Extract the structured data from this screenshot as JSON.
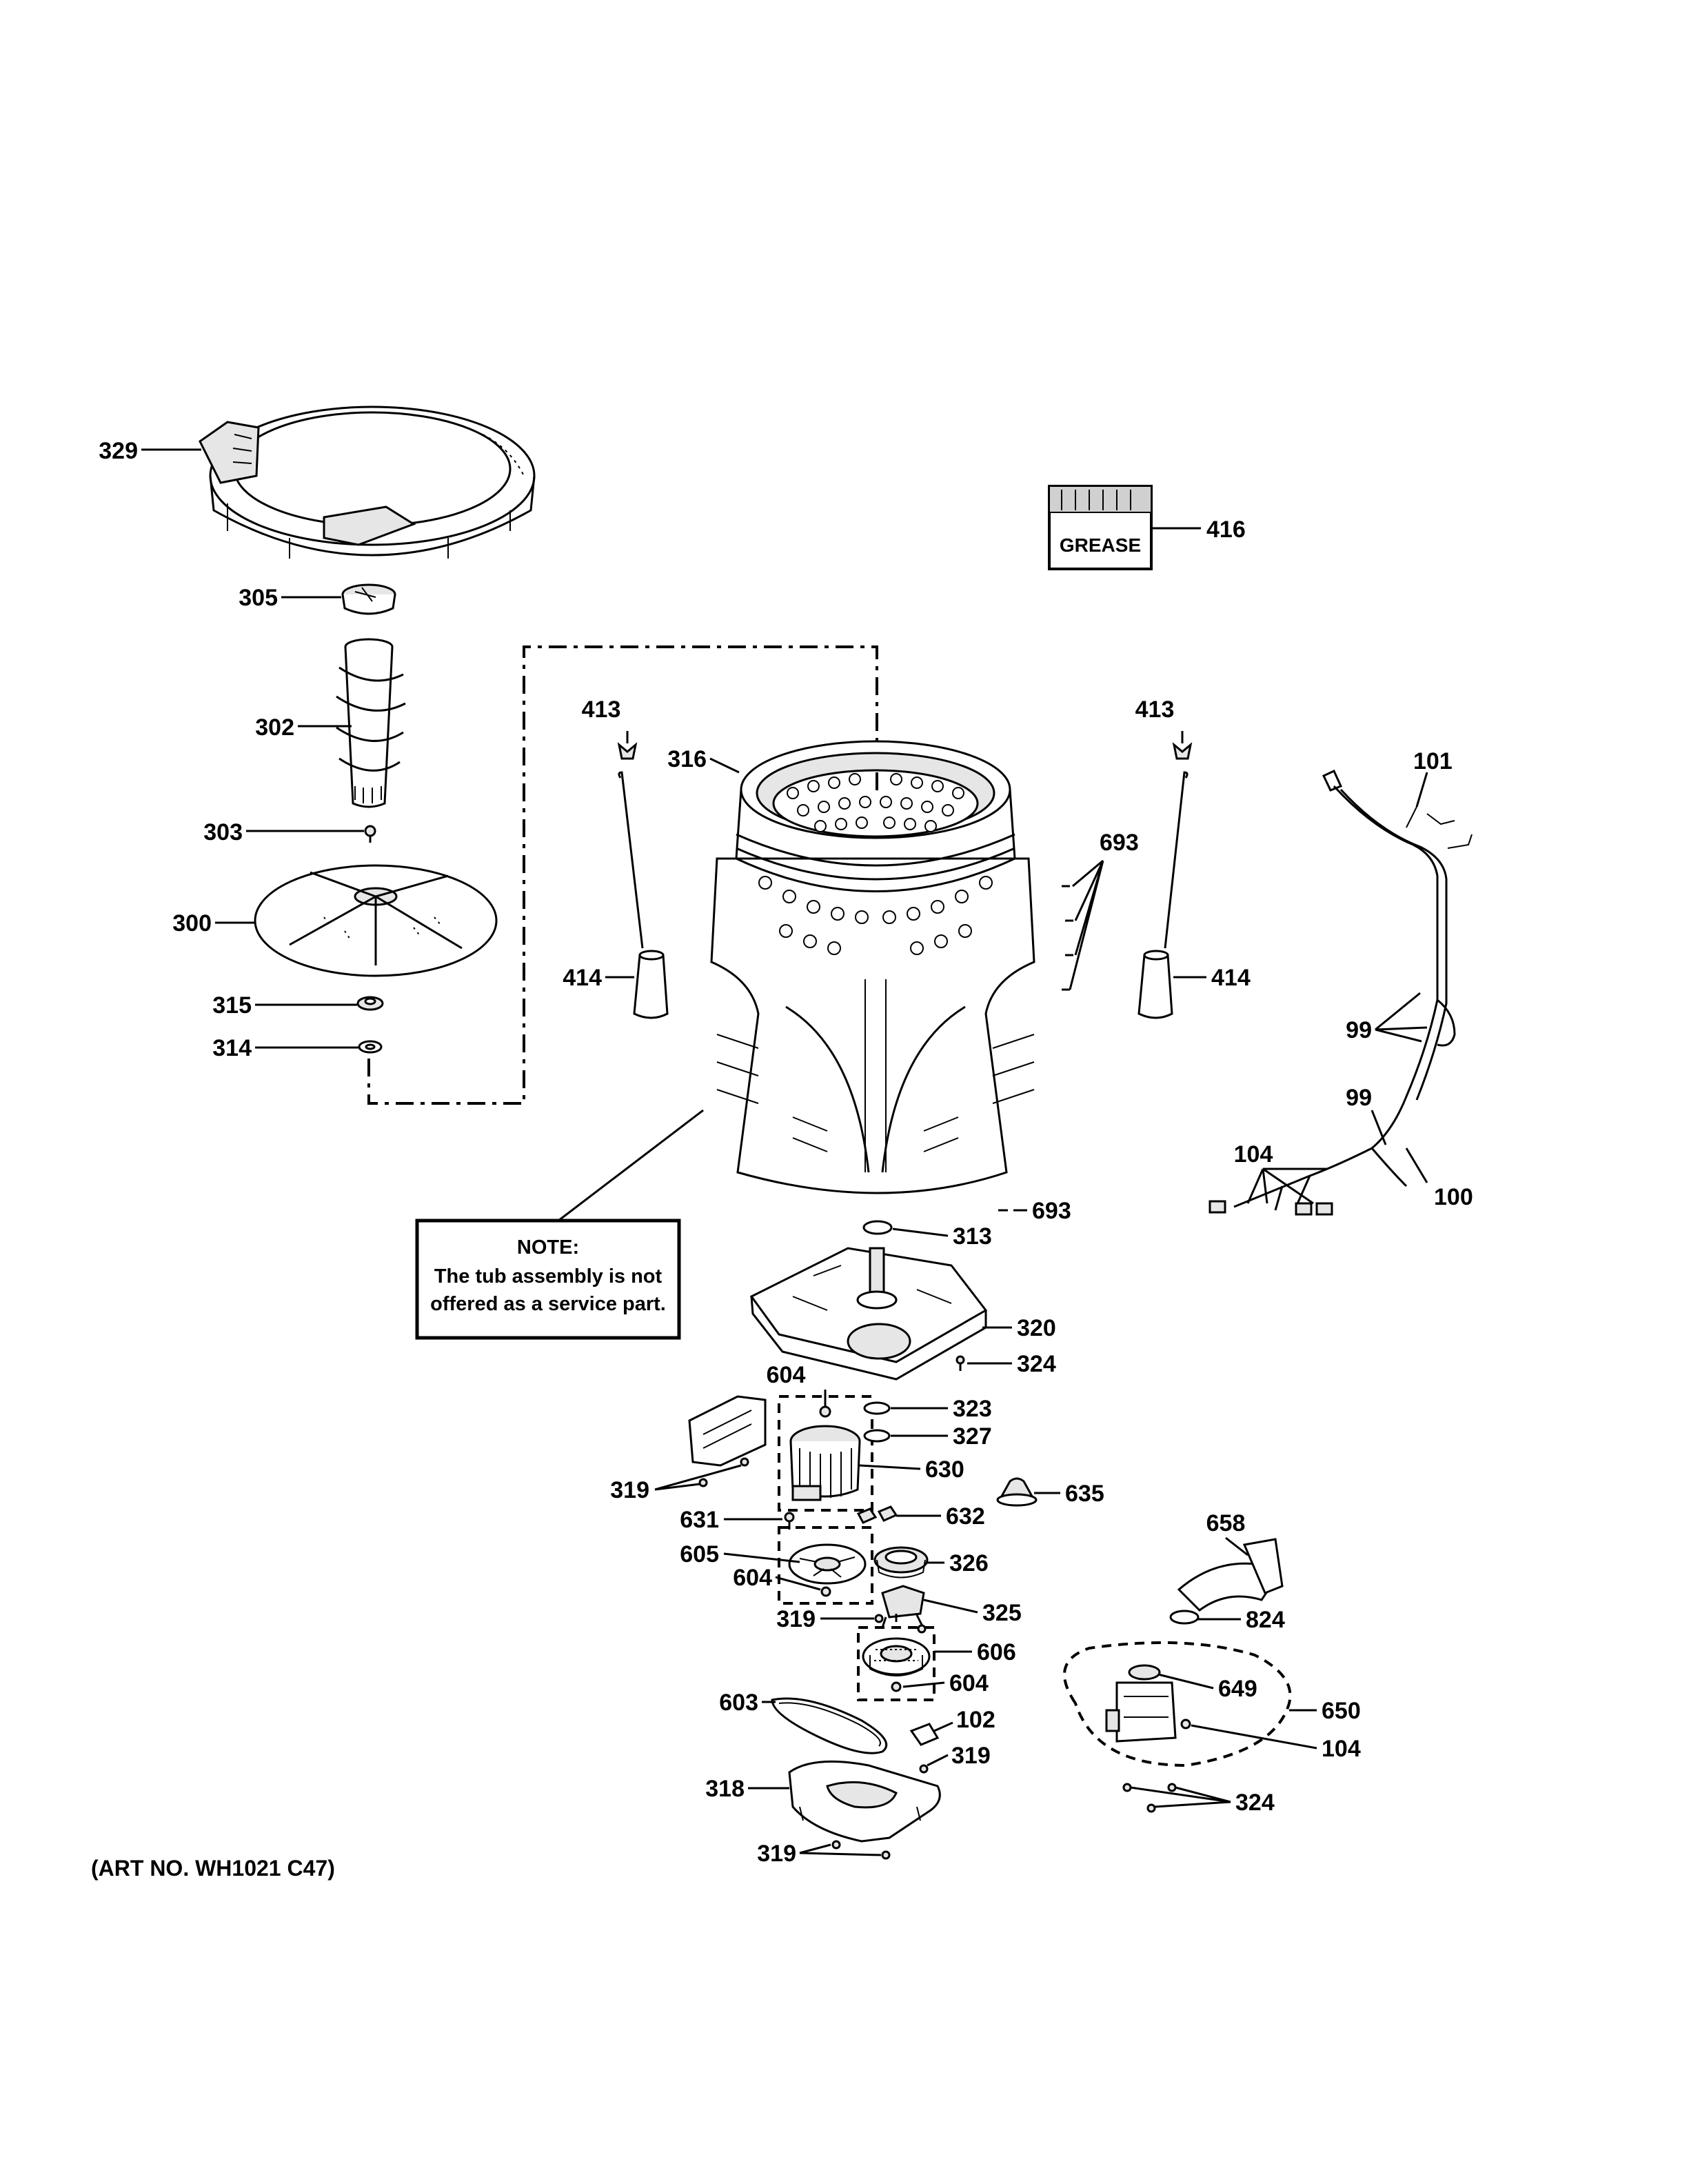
{
  "callouts": {
    "c329": "329",
    "c305": "305",
    "c302": "302",
    "c303": "303",
    "c300": "300",
    "c315": "315",
    "c314": "314",
    "c416": "416",
    "c413a": "413",
    "c413b": "413",
    "c316": "316",
    "c414a": "414",
    "c414b": "414",
    "c693a": "693",
    "c693b": "693",
    "c101": "101",
    "c99a": "99",
    "c99b": "99",
    "c104a": "104",
    "c100": "100",
    "c313": "313",
    "c320": "320",
    "c324a": "324",
    "c604a": "604",
    "c323": "323",
    "c327": "327",
    "c630": "630",
    "c319a": "319",
    "c631": "631",
    "c632": "632",
    "c635": "635",
    "c605": "605",
    "c604b": "604",
    "c326": "326",
    "c319b": "319",
    "c325": "325",
    "c658": "658",
    "c824": "824",
    "c606": "606",
    "c604c": "604",
    "c649": "649",
    "c603": "603",
    "c102": "102",
    "c650": "650",
    "c104b": "104",
    "c319c": "319",
    "c318": "318",
    "c324b": "324",
    "c319d": "319"
  },
  "grease_label": "GREASE",
  "note": {
    "title": "NOTE:",
    "line1": "The tub assembly is not",
    "line2": "offered as a service part."
  },
  "art_number": "(ART NO. WH1021 C47)"
}
